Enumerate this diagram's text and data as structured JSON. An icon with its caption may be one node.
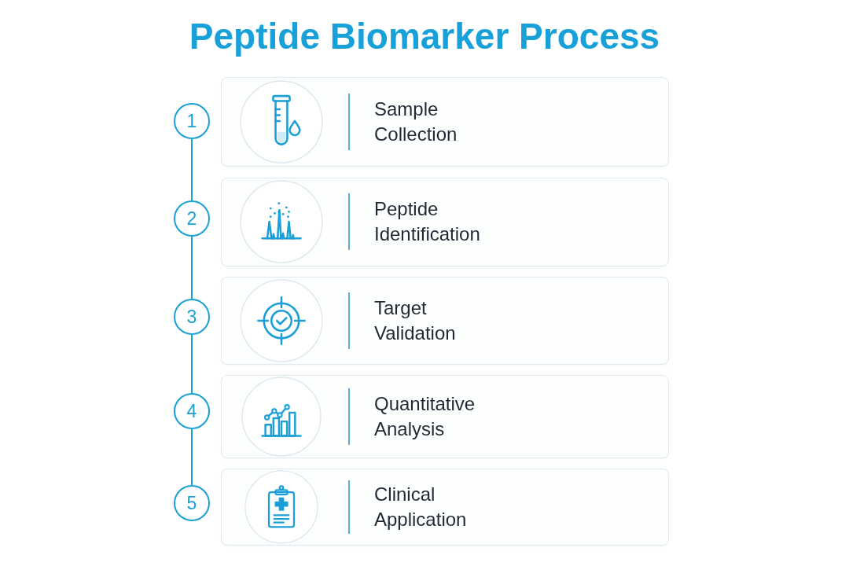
{
  "diagram": {
    "title": "Peptide Biomarker Process",
    "nodes": [
      {
        "text": [
          "1"
        ]
      },
      {
        "text": [
          "Sample Collection"
        ]
      },
      {
        "text": [
          "2"
        ]
      },
      {
        "text": [
          "Peptide Identification"
        ]
      },
      {
        "text": [
          "3"
        ]
      },
      {
        "text": [
          "Target Validation"
        ]
      },
      {
        "text": [
          "4"
        ]
      },
      {
        "text": [
          "Quantitative Analysis"
        ]
      },
      {
        "text": [
          "5"
        ]
      },
      {
        "text": [
          "Clinical Application"
        ]
      }
    ],
    "edges": [
      {
        "from": 0,
        "to": 2,
        "arrow": "none"
      },
      {
        "from": 2,
        "to": 4,
        "arrow": "none"
      },
      {
        "from": 4,
        "to": 6,
        "arrow": "none"
      },
      {
        "from": 6,
        "to": 8,
        "arrow": "none"
      }
    ]
  }
}
